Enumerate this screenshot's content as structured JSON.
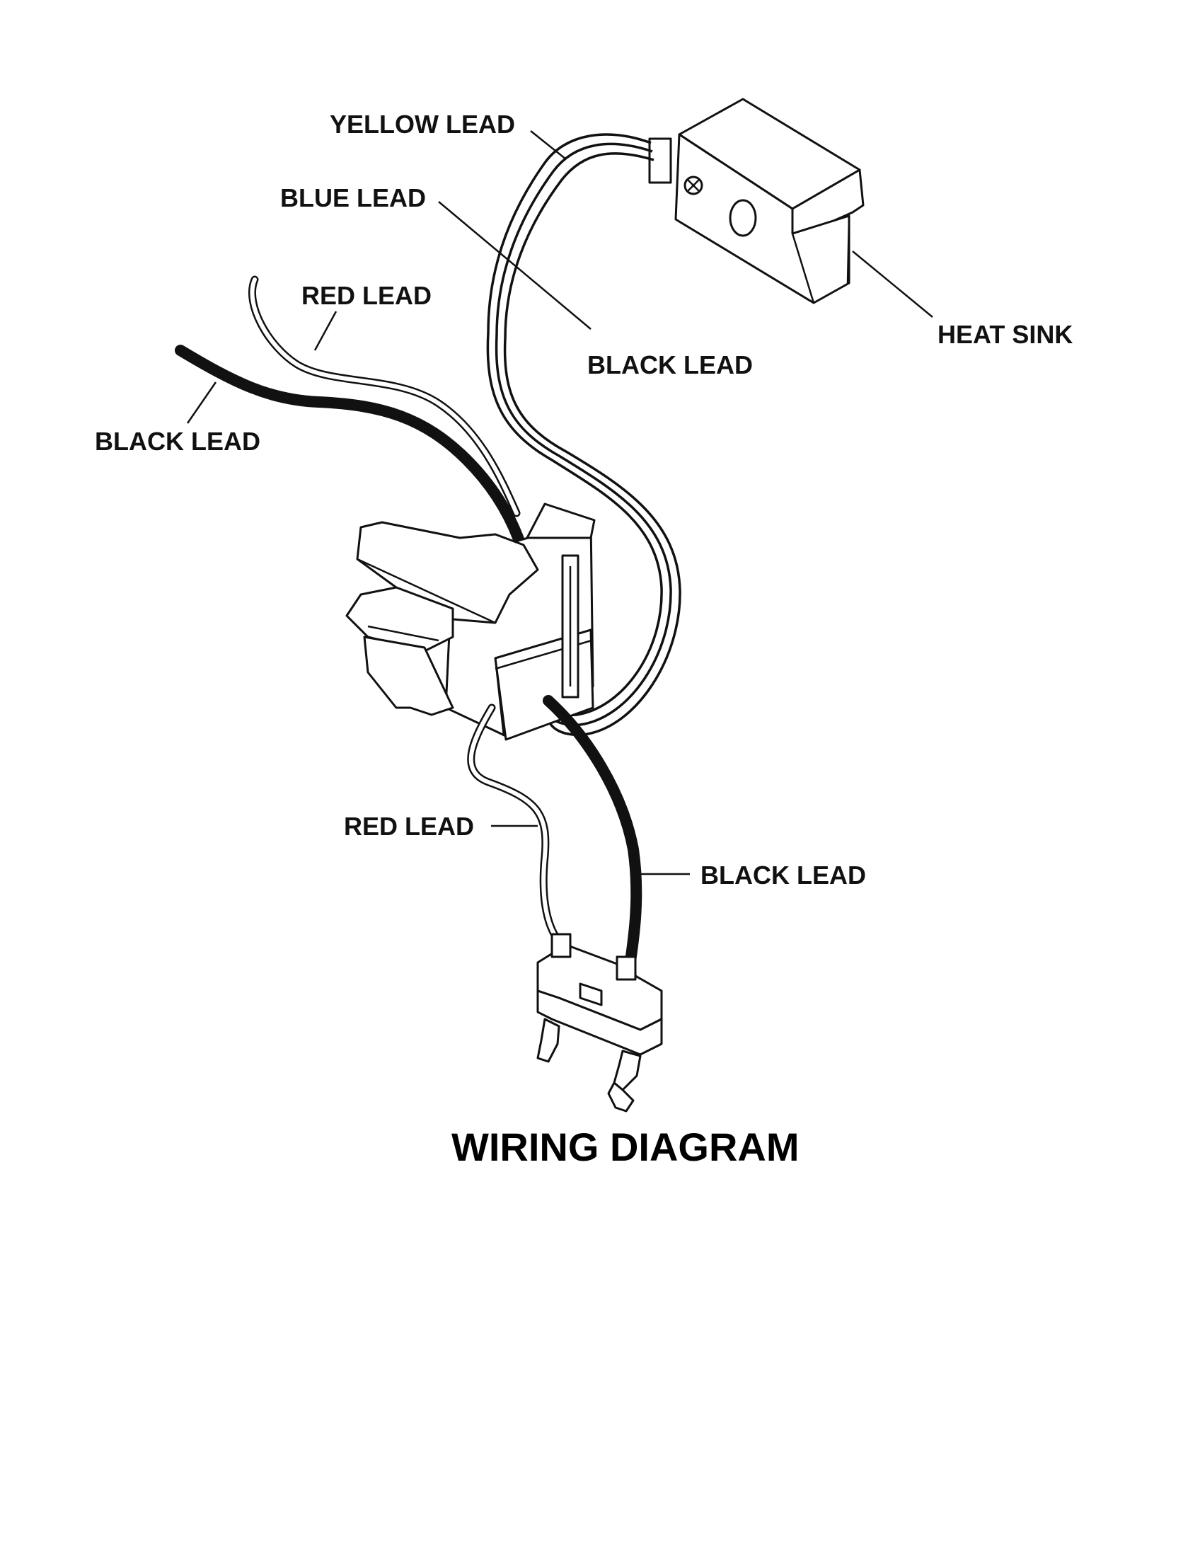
{
  "title": "WIRING DIAGRAM",
  "labels": {
    "yellow_lead": "YELLOW LEAD",
    "blue_lead": "BLUE LEAD",
    "red_lead_top": "RED LEAD",
    "black_lead_left": "BLACK LEAD",
    "black_lead_mid": "BLACK LEAD",
    "heat_sink": "HEAT SINK",
    "red_lead_bottom": "RED LEAD",
    "black_lead_bottom": "BLACK LEAD"
  }
}
